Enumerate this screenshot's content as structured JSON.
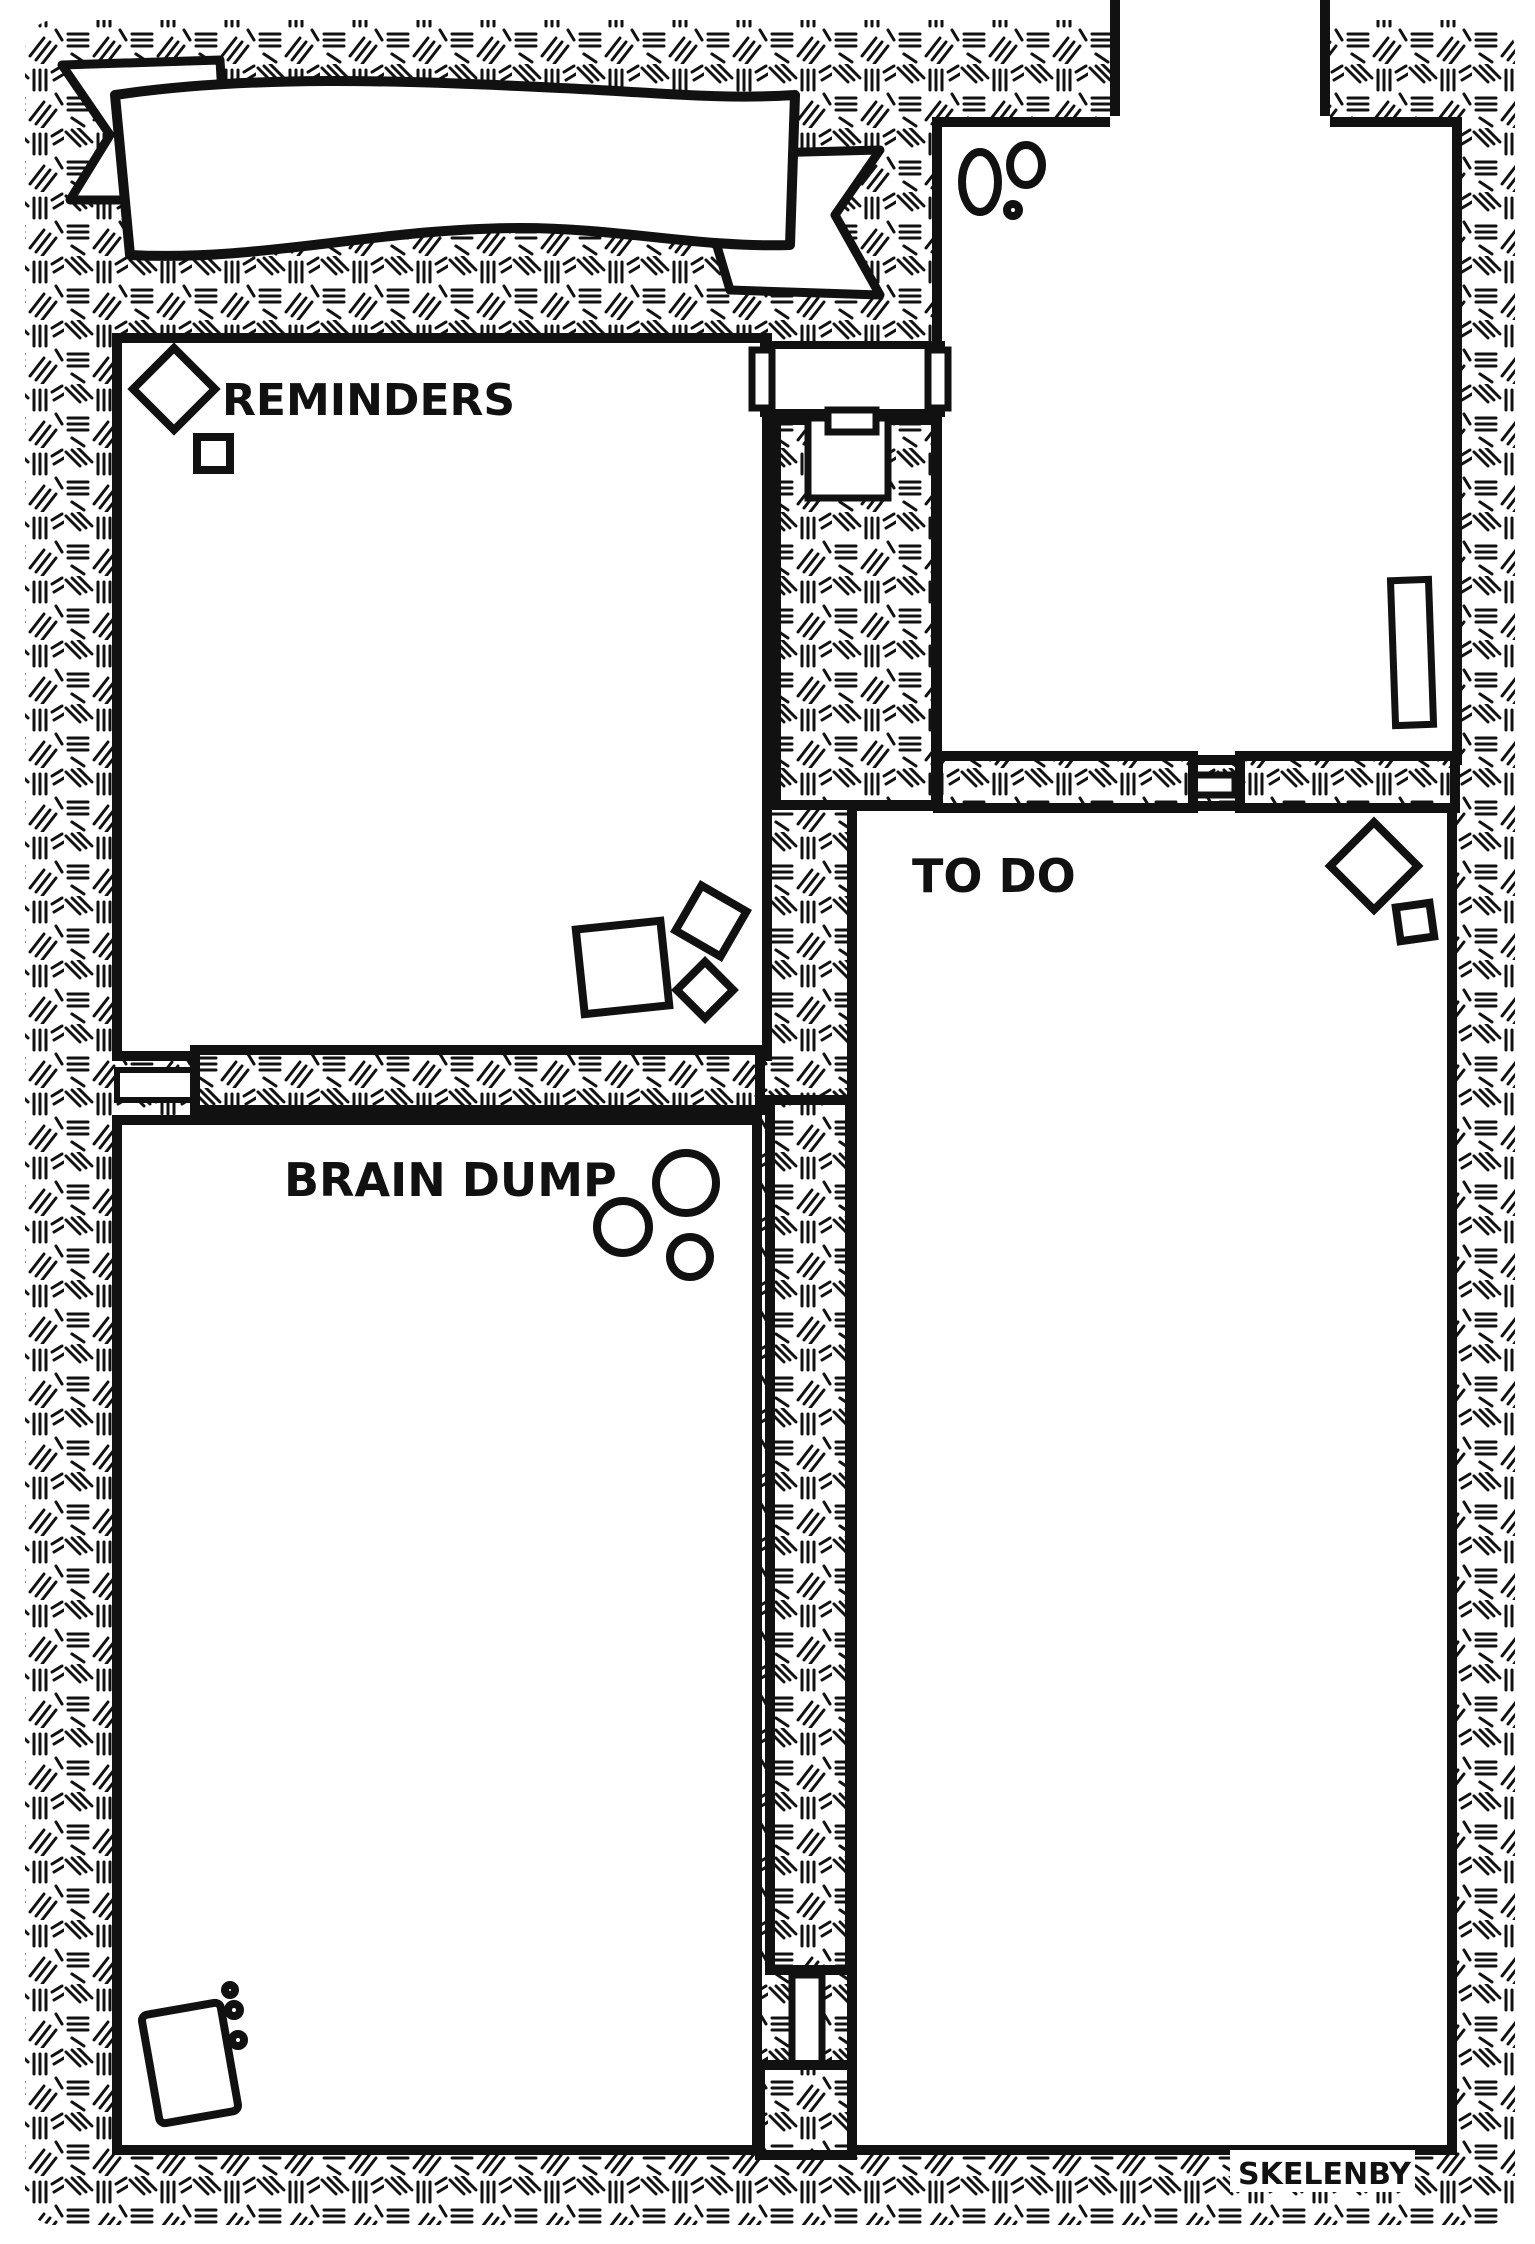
{
  "banner": {
    "text": ""
  },
  "rooms": {
    "reminders": {
      "label": "REMINDERS"
    },
    "brain_dump": {
      "label": "BRAIN DUMP"
    },
    "to_do": {
      "label": "TO DO"
    },
    "upper_right": {
      "label": ""
    }
  },
  "signature": "SKELENBY",
  "colors": {
    "ink": "#111111",
    "paper": "#ffffff"
  },
  "icons": [
    "rubble-diamond-icon",
    "rubble-square-icon",
    "rubble-circle-icon",
    "door-icon",
    "pillar-icon",
    "mug-icon",
    "banner-scroll-icon"
  ]
}
